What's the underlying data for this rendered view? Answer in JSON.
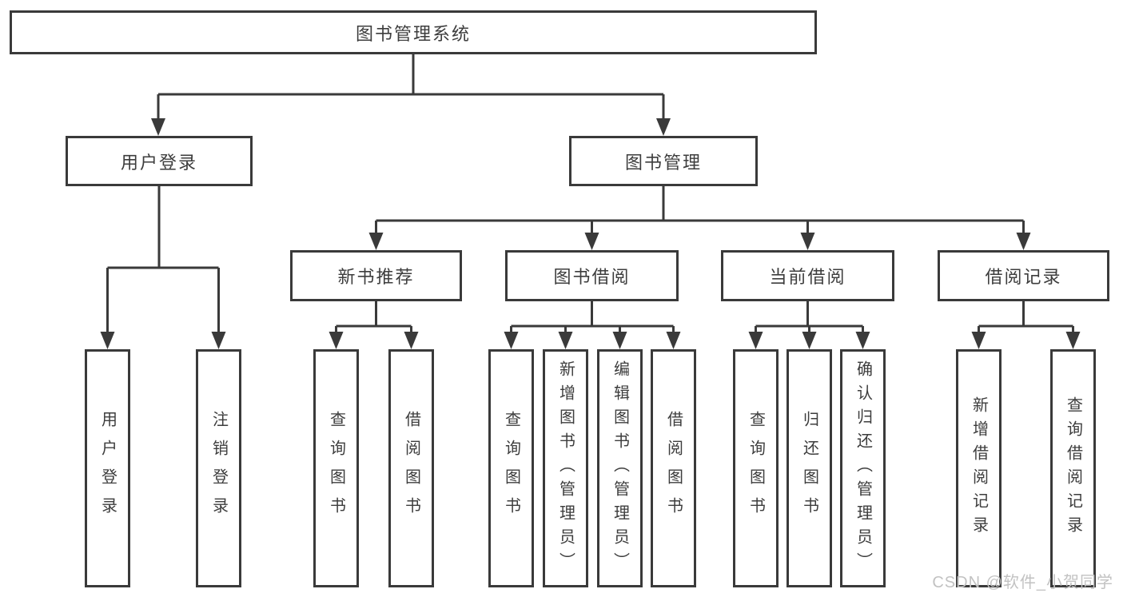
{
  "diagram": {
    "root": "图书管理系统",
    "branches": [
      {
        "label": "用户登录",
        "children": [
          "用户登录",
          "注销登录"
        ]
      },
      {
        "label": "图书管理",
        "children": [
          {
            "label": "新书推荐",
            "children": [
              "查询图书",
              "借阅图书"
            ]
          },
          {
            "label": "图书借阅",
            "children": [
              "查询图书",
              "新增图书（管理员）",
              "编辑图书（管理员）",
              "借阅图书"
            ]
          },
          {
            "label": "当前借阅",
            "children": [
              "查询图书",
              "归还图书",
              "确认归还（管理员）"
            ]
          },
          {
            "label": "借阅记录",
            "children": [
              "新增借阅记录",
              "查询借阅记录"
            ]
          }
        ]
      }
    ]
  },
  "watermark": "CSDN @软件_小贺同学",
  "colors": {
    "line": "#3a3a3a",
    "box_border": "#3a3a3a",
    "text": "#3d3d3d",
    "watermark": "#c2c2c2",
    "background": "#ffffff"
  }
}
